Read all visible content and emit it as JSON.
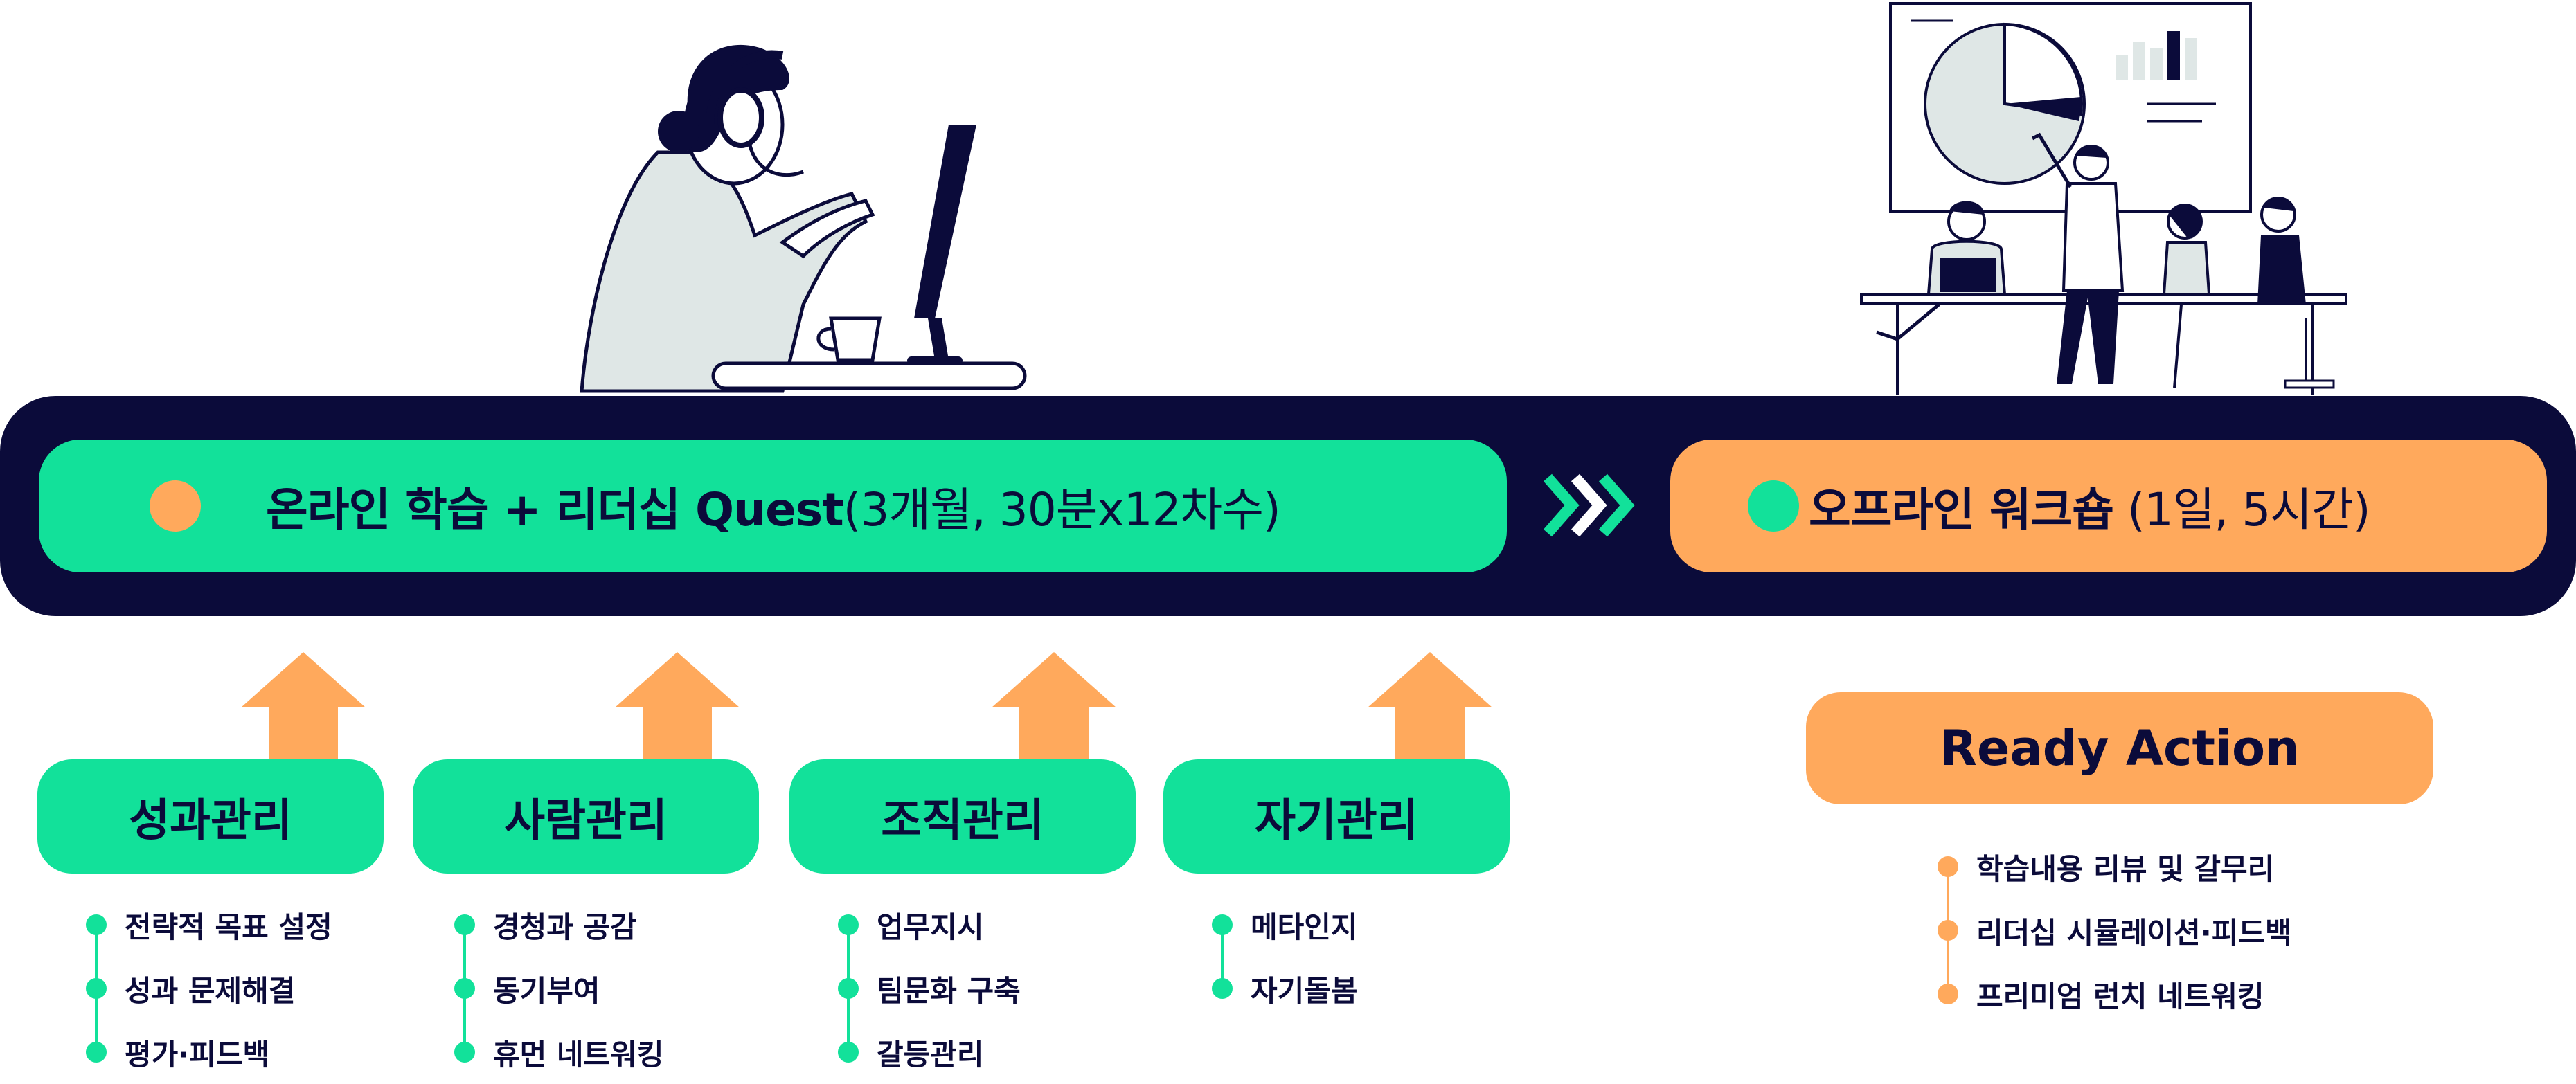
{
  "online": {
    "bold": "온라인 학습 + 리더십 Quest",
    "light": "(3개월, 30분x12차수)"
  },
  "offline": {
    "bold": "오프라인 워크숍",
    "light": " (1일, 5시간)"
  },
  "categories": [
    {
      "title": "성과관리",
      "items": [
        "전략적 목표 설정",
        "성과 문제해결",
        "평가·피드백"
      ]
    },
    {
      "title": "사람관리",
      "items": [
        "경청과 공감",
        "동기부여",
        "휴먼 네트워킹"
      ]
    },
    {
      "title": "조직관리",
      "items": [
        "업무지시",
        "팀문화 구축",
        "갈등관리"
      ]
    },
    {
      "title": "자기관리",
      "items": [
        "메타인지",
        "자기돌봄"
      ]
    }
  ],
  "ready": {
    "title": "Ready Action",
    "items": [
      "학습내용 리뷰 및 갈무리",
      "리더십 시뮬레이션·피드백",
      "프리미엄 런치 네트워킹"
    ]
  },
  "colors": {
    "navy": "#0b0b3a",
    "green": "#12e19a",
    "orange": "#ffa95c"
  },
  "icons": [
    "headset-woman-illustration",
    "meeting-illustration",
    "triple-chevron-icon",
    "up-arrow-icon"
  ]
}
